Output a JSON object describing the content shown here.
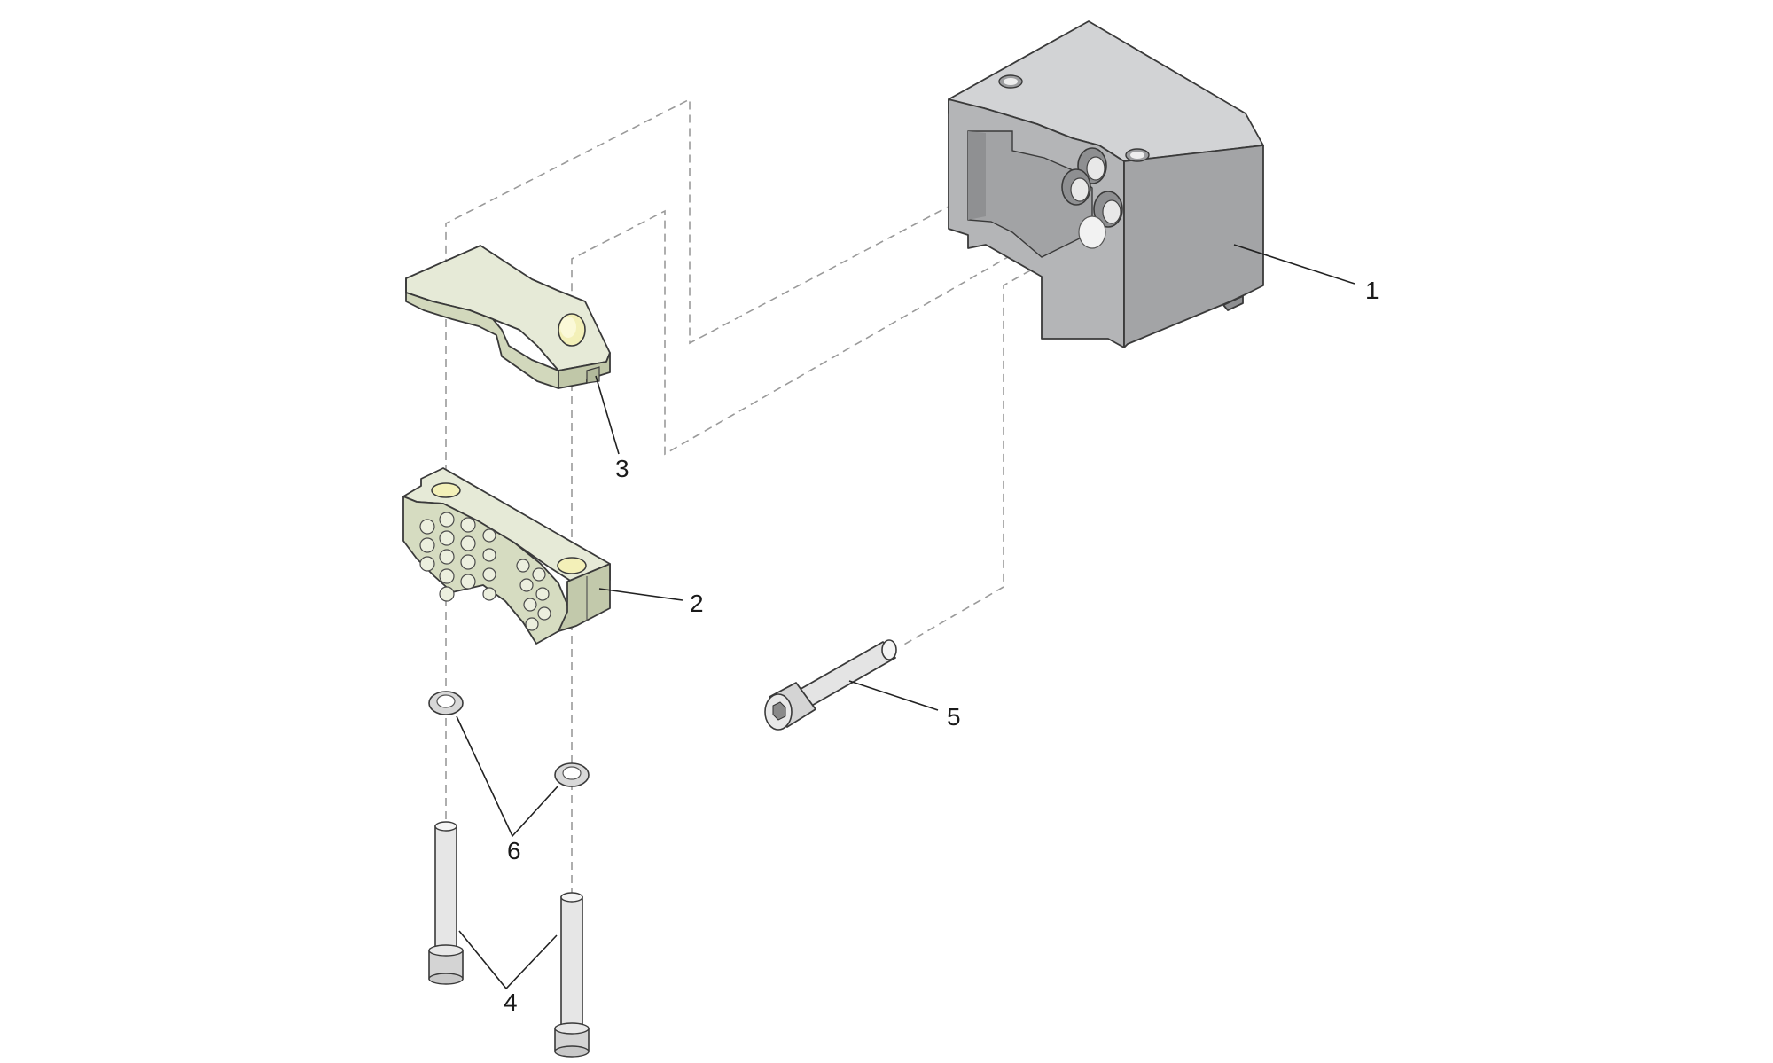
{
  "diagram": {
    "type": "exploded-assembly",
    "colors": {
      "housing_light": "#c9cacc",
      "housing_mid": "#b4b5b7",
      "housing_dark": "#9fa0a2",
      "insert_light": "#e4e8d4",
      "insert_mid": "#d4dabf",
      "insert_dark": "#c2c9ab",
      "hole_highlight": "#f3f0b8",
      "screw_light": "#e6e6e6",
      "screw_dark": "#c4c4c4",
      "line": "#3a3a3a",
      "dash": "#9a9a9a"
    },
    "callouts": [
      {
        "id": "1",
        "text": "1",
        "part": "housing"
      },
      {
        "id": "2",
        "text": "2",
        "part": "lower-insert-block"
      },
      {
        "id": "3",
        "text": "3",
        "part": "upper-clamp-piece"
      },
      {
        "id": "4",
        "text": "4",
        "part": "socket-head-screws-vertical"
      },
      {
        "id": "5",
        "text": "5",
        "part": "socket-head-screw-horizontal"
      },
      {
        "id": "6",
        "text": "6",
        "part": "washers"
      }
    ]
  }
}
